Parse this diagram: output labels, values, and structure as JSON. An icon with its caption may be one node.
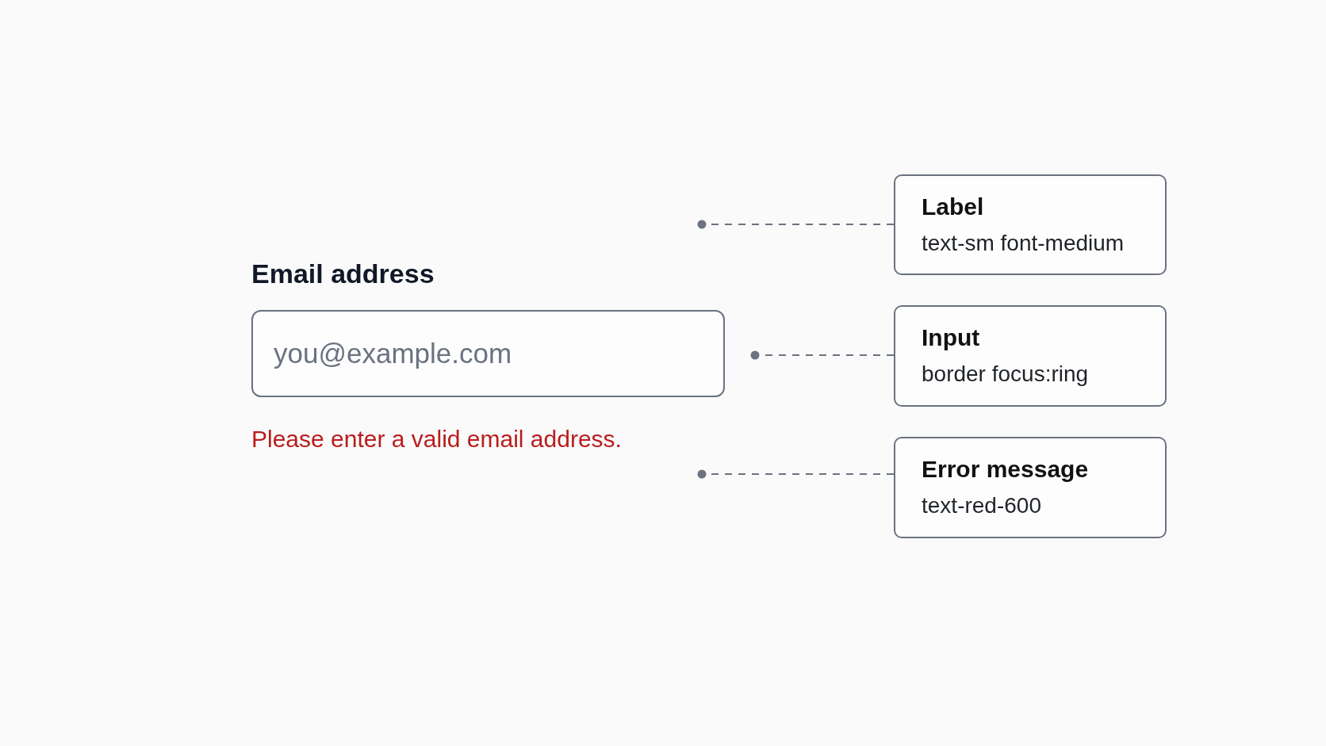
{
  "diagram": {
    "nodes": [
      {
        "text": [
          "you@example.com"
        ]
      },
      {
        "text": [
          "Label",
          "text-sm font-medium"
        ]
      },
      {
        "text": [
          "Input",
          "border focus:ring"
        ]
      },
      {
        "text": [
          "Error message",
          "text-red-600"
        ]
      }
    ],
    "edges": [
      {
        "from": 1,
        "to": null,
        "arrow": "other",
        "style": "dashed"
      },
      {
        "from": 2,
        "to": 0,
        "arrow": "other",
        "style": "dashed"
      },
      {
        "from": 3,
        "to": null,
        "arrow": "other",
        "style": "dashed"
      }
    ],
    "labels": [
      "Email address",
      "Please enter a valid email address."
    ]
  }
}
